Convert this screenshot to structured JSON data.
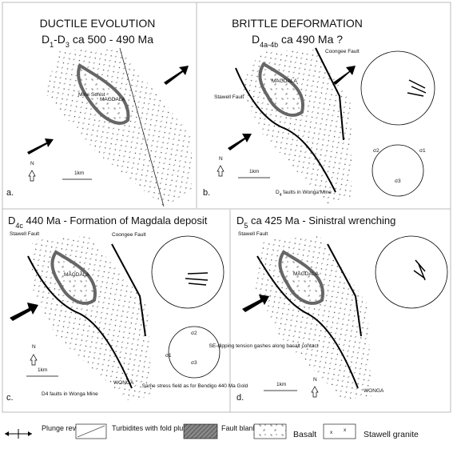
{
  "panels": {
    "a": {
      "letter": "a.",
      "title": "DUCTILE EVOLUTION",
      "age_main": "D",
      "age_sub1": "1",
      "age_mid": "-D",
      "age_sub2": "3",
      "age_rest": " ca 500 - 490 Ma",
      "labels": {
        "mine_schist": "Mine Schist",
        "magdala": "MAGDALA",
        "north": "N",
        "scale": "1km"
      }
    },
    "b": {
      "letter": "b.",
      "title": "BRITTLE DEFORMATION",
      "age_main": "D",
      "age_sub": "4a-4b",
      "age_rest": " ca 490 Ma ?",
      "labels": {
        "stawell_fault": "Stawell Fault",
        "coongee_fault": "Coongee Fault",
        "magdala": "MAGDALA",
        "north": "N",
        "scale": "1km",
        "wonga_faults": "D",
        "wonga_faults_sub": "4",
        "wonga_faults_rest": " faults in Wonga Mine",
        "sigma1": "σ1",
        "sigma2": "σ2",
        "sigma3": "σ3"
      }
    },
    "c": {
      "letter": "c.",
      "title_main": "D",
      "title_sub": "4c",
      "title_rest": " 440 Ma  -  Formation of Magdala deposit",
      "labels": {
        "stawell_fault": "Stawell Fault",
        "coongee_fault": "Coongee Fault",
        "magdala": "MAGDALA",
        "north": "N",
        "scale": "1km",
        "wonga": "WONGA",
        "wonga_faults": "D4 faults in Wonga Mine",
        "stress_note": "Same stress field as for Bendigo 440 Ma Gold",
        "sigma1": "σ1",
        "sigma2": "σ2",
        "sigma3": "σ3"
      }
    },
    "d": {
      "letter": "d.",
      "title_main": "D",
      "title_sub": "5",
      "title_rest": " ca 425 Ma - Sinistral wrenching",
      "labels": {
        "stawell_fault": "Stawell Fault",
        "magdala": "MAGDALA",
        "north": "N",
        "scale": "1km",
        "wonga": "WONGA",
        "gashes": "SE-dipping tension gashes along basalt contact"
      }
    }
  },
  "legend": {
    "plunge_reversal": "Plunge reversal",
    "turbidites": "Turbidites with fold plunge",
    "fault_blank": "Fault blank",
    "basalt": "Basalt",
    "stawell_granite": "Stawell granite"
  }
}
